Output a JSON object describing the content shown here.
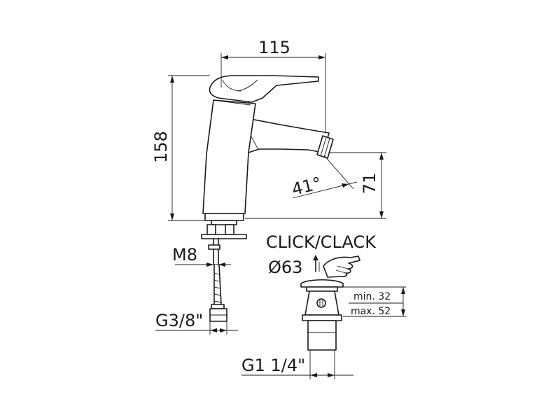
{
  "dimensions": {
    "width": "115",
    "height": "158",
    "outlet_height": "71",
    "spout_angle": "41°",
    "connection_thread": "M8",
    "hose_thread": "G3/8\"",
    "waste_thread": "G1 1/4\""
  },
  "waste": {
    "mechanism": "CLICK/CLACK",
    "diameter": "Ø63",
    "min_height": "min. 32",
    "max_height": "max. 52"
  },
  "icons": [
    "finger-press-icon",
    "up-arrow-icon"
  ]
}
